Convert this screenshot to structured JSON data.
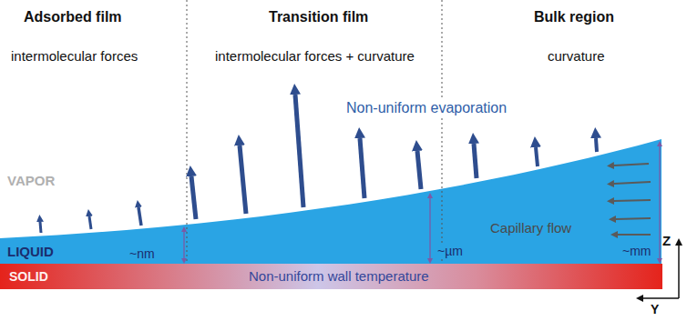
{
  "diagram": {
    "nodes": [
      {
        "text": [
          "LIQUID",
          "~nm",
          "~µm",
          "~mm",
          "Capillary flow"
        ]
      },
      {
        "text": [
          "SOLID",
          "Non-uniform wall temperature"
        ]
      }
    ],
    "labels": [
      "Adsorbed film",
      "Transition film",
      "Bulk region",
      "intermolecular forces",
      "intermolecular forces + curvature",
      "curvature",
      "Non-uniform evaporation",
      "VAPOR",
      "Z",
      "Y"
    ]
  }
}
